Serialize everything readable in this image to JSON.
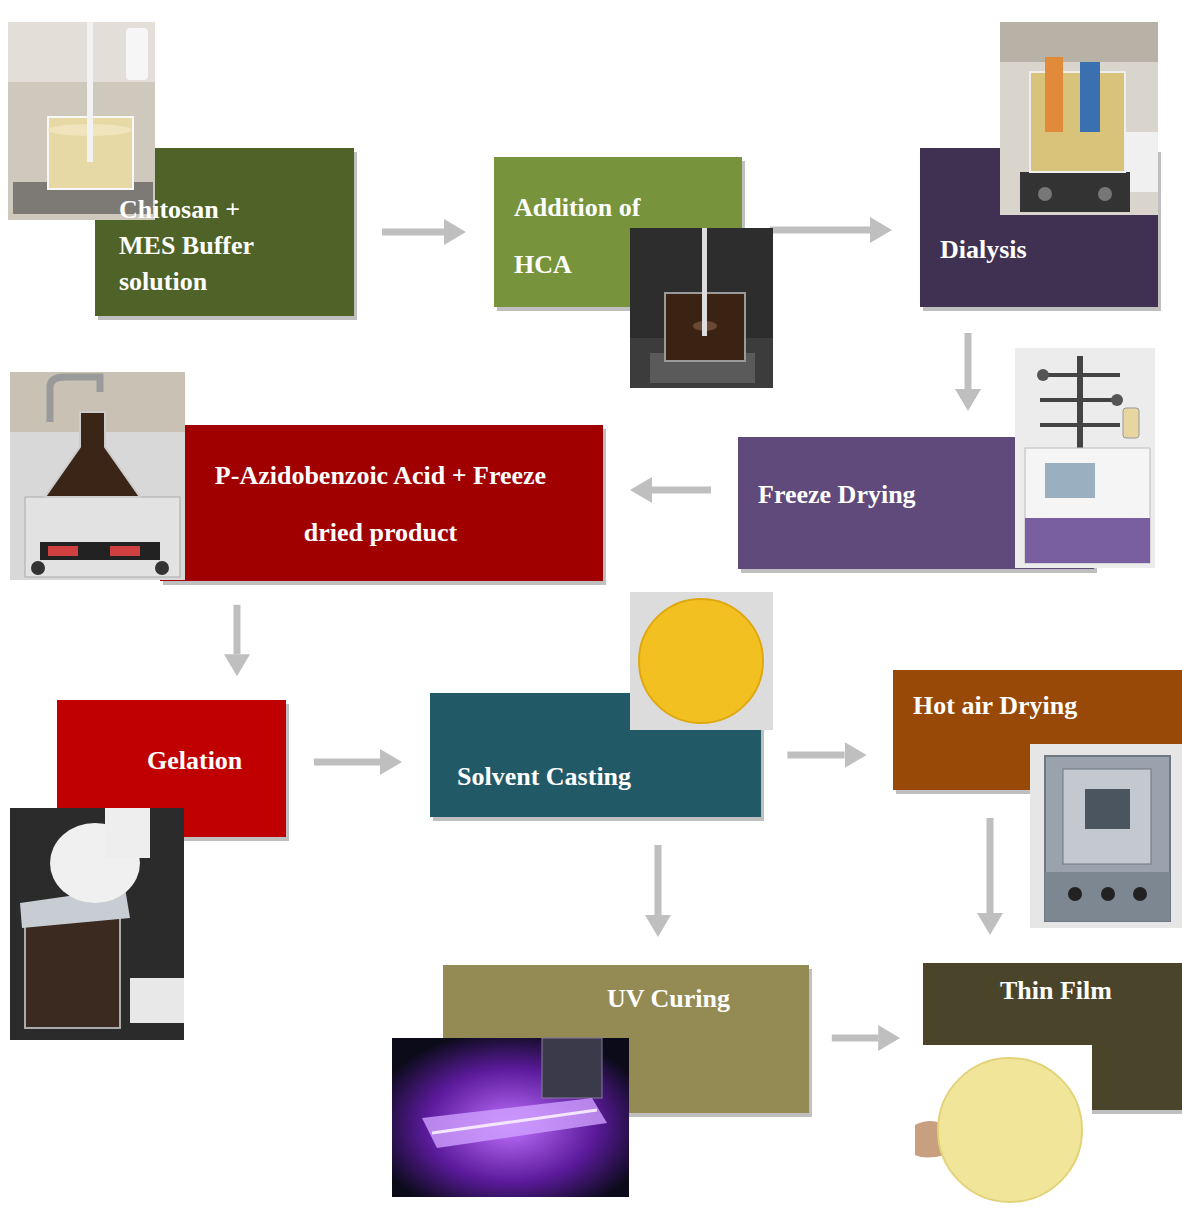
{
  "diagram": {
    "nodes": [
      {
        "text": [
          "Chitosan + MES Buffer solution"
        ]
      },
      {
        "text": [
          "Addition of HCA"
        ]
      },
      {
        "text": [
          "Dialysis"
        ]
      },
      {
        "text": [
          "Freeze Drying"
        ]
      },
      {
        "text": [
          "P-Azidobenzoic Acid + Freeze dried product"
        ]
      },
      {
        "text": [
          "Gelation"
        ]
      },
      {
        "text": [
          "Solvent Casting"
        ]
      },
      {
        "text": [
          "Hot air Drying"
        ]
      },
      {
        "text": [
          "UV Curing"
        ]
      },
      {
        "text": [
          "Thin Film"
        ]
      }
    ],
    "edges": [
      {
        "from": 0,
        "to": 1,
        "arrow": "to"
      },
      {
        "from": 1,
        "to": 2,
        "arrow": "to"
      },
      {
        "from": 2,
        "to": 3,
        "arrow": "to"
      },
      {
        "from": 3,
        "to": 4,
        "arrow": "to"
      },
      {
        "from": 4,
        "to": 5,
        "arrow": "to"
      },
      {
        "from": 5,
        "to": 6,
        "arrow": "to"
      },
      {
        "from": 6,
        "to": 7,
        "arrow": "to"
      },
      {
        "from": 6,
        "to": 8,
        "arrow": "to"
      },
      {
        "from": 7,
        "to": 9,
        "arrow": "to"
      },
      {
        "from": 8,
        "to": 9,
        "arrow": "to"
      }
    ]
  }
}
